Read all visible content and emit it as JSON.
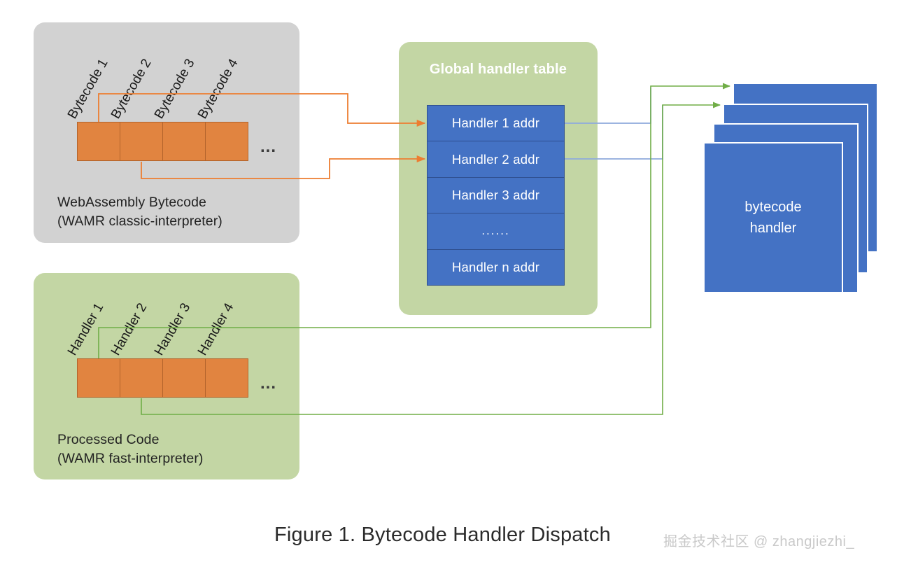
{
  "figure": {
    "caption": "Figure 1. Bytecode Handler Dispatch",
    "watermark": "掘金技术社区 @ zhangjiezhi_"
  },
  "colors": {
    "panel_gray": "#d2d2d2",
    "panel_green": "#c3d6a4",
    "cell_orange": "#e18440",
    "table_blue": "#4472c4",
    "arrow_orange": "#ed7d31",
    "arrow_green": "#70ad47",
    "line_blue": "#8faadc",
    "card_blue": "#4472c4",
    "text_dark": "#1a1a1a",
    "text_white": "#ffffff"
  },
  "panels": {
    "bytecode": {
      "caption_line1": "WebAssembly Bytecode",
      "caption_line2": "(WAMR classic-interpreter)",
      "slot_labels": [
        "Bytecode 1",
        "Bytecode 2",
        "Bytecode 3",
        "Bytecode 4"
      ],
      "cells": [
        "",
        "",
        "",
        ""
      ],
      "overflow": "..."
    },
    "processed": {
      "caption_line1": "Processed Code",
      "caption_line2": "(WAMR fast-interpreter)",
      "slot_labels": [
        "Handler 1",
        "Handler 2",
        "Handler 3",
        "Handler 4"
      ],
      "cells": [
        "",
        "",
        "",
        ""
      ],
      "overflow": "..."
    },
    "global_table": {
      "title": "Global handler table",
      "rows": [
        "Handler 1 addr",
        "Handler 2 addr",
        "Handler 3 addr",
        "......",
        "Handler n addr"
      ]
    }
  },
  "handler_stack": {
    "label": "bytecode\nhandler",
    "card_count": 4
  }
}
